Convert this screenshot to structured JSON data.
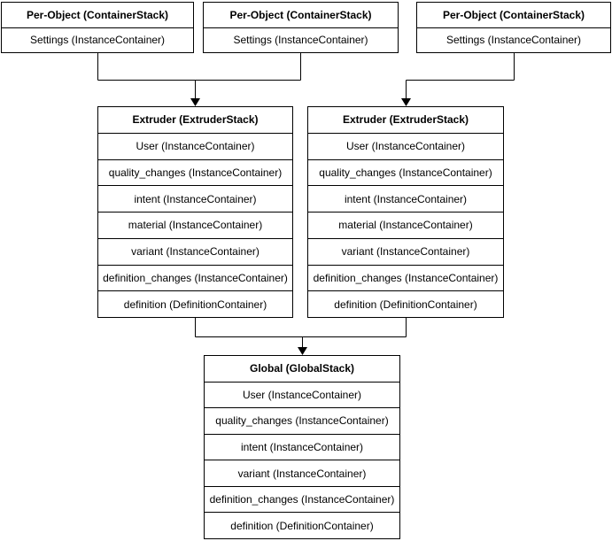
{
  "colors": {
    "background": "#ffffff",
    "line": "#000000",
    "text": "#000000"
  },
  "nodes": {
    "per_object_left": {
      "title": "Per-Object (ContainerStack)",
      "rows": [
        "Settings (InstanceContainer)"
      ]
    },
    "per_object_middle": {
      "title": "Per-Object (ContainerStack)",
      "rows": [
        "Settings (InstanceContainer)"
      ]
    },
    "per_object_right": {
      "title": "Per-Object (ContainerStack)",
      "rows": [
        "Settings (InstanceContainer)"
      ]
    },
    "extruder_left": {
      "title": "Extruder (ExtruderStack)",
      "rows": [
        "User (InstanceContainer)",
        "quality_changes (InstanceContainer)",
        "intent (InstanceContainer)",
        "material (InstanceContainer)",
        "variant (InstanceContainer)",
        "definition_changes (InstanceContainer)",
        "definition (DefinitionContainer)"
      ]
    },
    "extruder_right": {
      "title": "Extruder (ExtruderStack)",
      "rows": [
        "User (InstanceContainer)",
        "quality_changes (InstanceContainer)",
        "intent (InstanceContainer)",
        "material (InstanceContainer)",
        "variant (InstanceContainer)",
        "definition_changes (InstanceContainer)",
        "definition (DefinitionContainer)"
      ]
    },
    "global_stack": {
      "title": "Global (GlobalStack)",
      "rows": [
        "User (InstanceContainer)",
        "quality_changes (InstanceContainer)",
        "intent (InstanceContainer)",
        "variant (InstanceContainer)",
        "definition_changes (InstanceContainer)",
        "definition (DefinitionContainer)"
      ]
    }
  }
}
